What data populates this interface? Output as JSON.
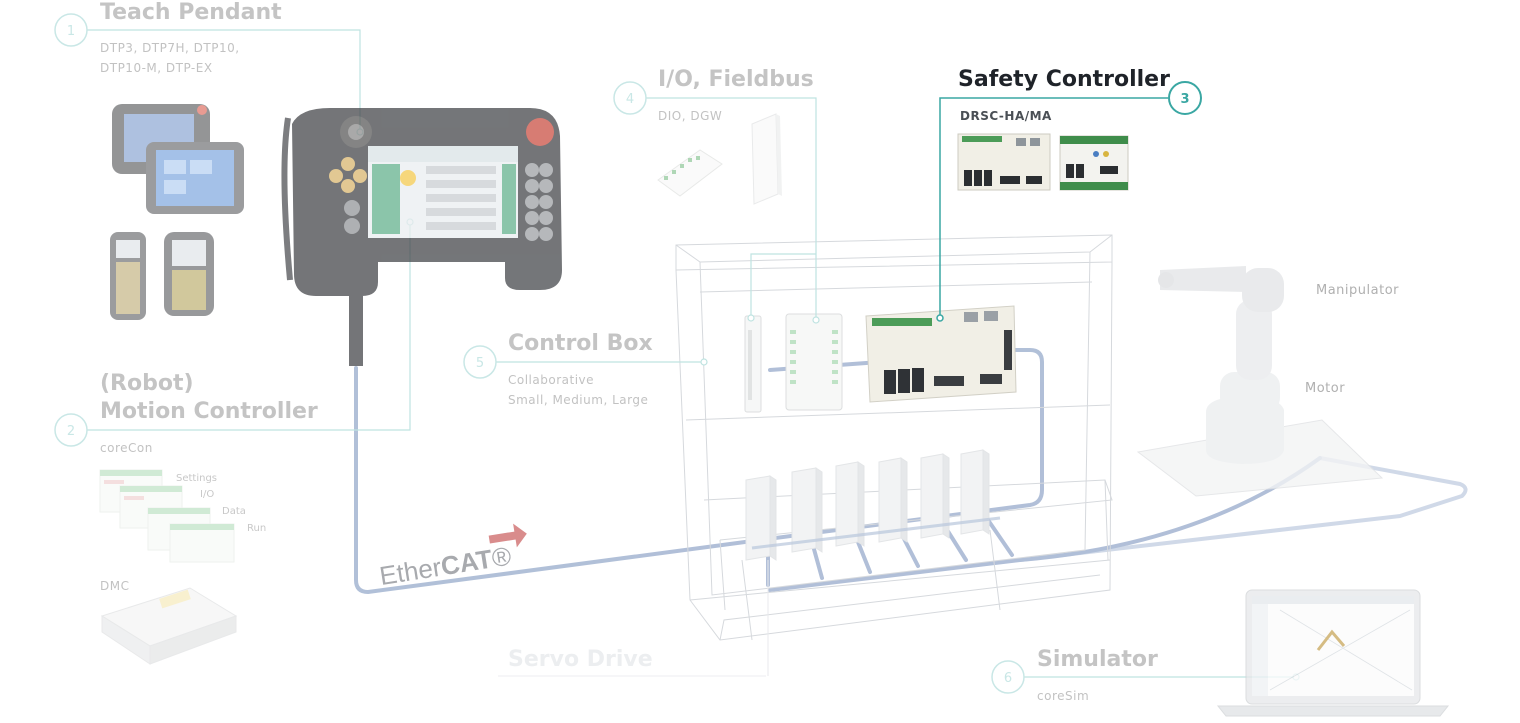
{
  "nodes": {
    "teach_pendant": {
      "number": "1",
      "title": "Teach Pendant",
      "subtitle_lines": [
        "DTP3, DTP7H, DTP10,",
        "DTP10-M, DTP-EX"
      ]
    },
    "motion_controller": {
      "number": "2",
      "title_lines": [
        "(Robot)",
        "Motion Controller"
      ],
      "subtitle": "coreCon",
      "screens": [
        "Settings",
        "I/O",
        "Data",
        "Run"
      ],
      "device_label": "DMC"
    },
    "safety_controller": {
      "number": "3",
      "title": "Safety Controller",
      "subtitle": "DRSC-HA/MA"
    },
    "io_fieldbus": {
      "number": "4",
      "title": "I/O, Fieldbus",
      "subtitle": "DIO, DGW"
    },
    "control_box": {
      "number": "5",
      "title": "Control Box",
      "subtitle_lines": [
        "Collaborative",
        "Small, Medium, Large"
      ]
    },
    "simulator": {
      "number": "6",
      "title": "Simulator",
      "subtitle": "coreSim"
    },
    "servo_drive": {
      "title": "Servo Drive"
    }
  },
  "robot_labels": {
    "manipulator": "Manipulator",
    "motor": "Motor"
  },
  "ethercat": {
    "part1": "Ether",
    "part2": "CAT",
    "mark": "®"
  },
  "colors": {
    "accent": "#3aa7a3",
    "accent_faded": "#bfe3e1",
    "cable": "#9fb2cf",
    "active_text": "#1f2329",
    "faded_text": "#c4c4c4"
  }
}
